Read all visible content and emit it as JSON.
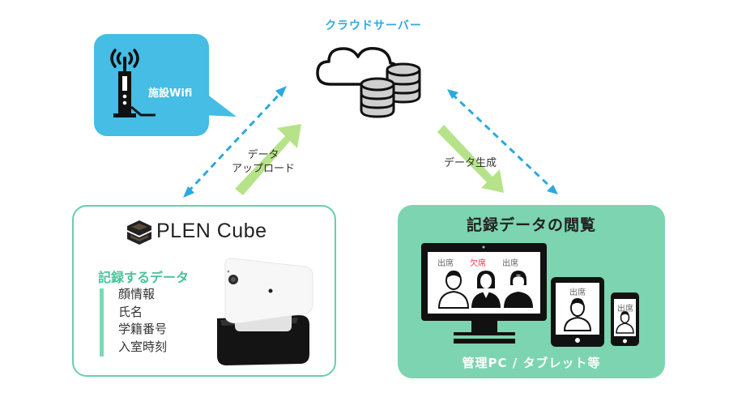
{
  "wifi": {
    "label": "施設Wifi",
    "icon": "wifi-router-icon",
    "color": "#45bde4"
  },
  "cloud": {
    "title": "クラウドサーバー",
    "icon": "cloud-database-icon",
    "title_color": "#33a9df"
  },
  "arrows": {
    "upload": {
      "line1": "データ",
      "line2": "アップロード",
      "color": "#b6e38a"
    },
    "generate": {
      "label": "データ生成",
      "color": "#b6e38a"
    },
    "sync_color": "#2aa8e0"
  },
  "plen": {
    "title": "PLEN Cube",
    "logo_icon": "plen-cube-logo-icon",
    "border_color": "#66d0a8",
    "recorded_heading": "記録するデータ",
    "recorded_items": [
      "顔情報",
      "氏名",
      "学籍番号",
      "入室時刻"
    ]
  },
  "viewing": {
    "title": "記録データの閲覧",
    "background": "#7dd4b0",
    "caption": "管理PC / タブレット等",
    "monitor": {
      "people": [
        {
          "status": "出席",
          "absent": false
        },
        {
          "status": "欠席",
          "absent": true
        },
        {
          "status": "出席",
          "absent": false
        }
      ]
    },
    "tablet": {
      "status": "出席"
    },
    "phone": {
      "status": "出席"
    }
  }
}
